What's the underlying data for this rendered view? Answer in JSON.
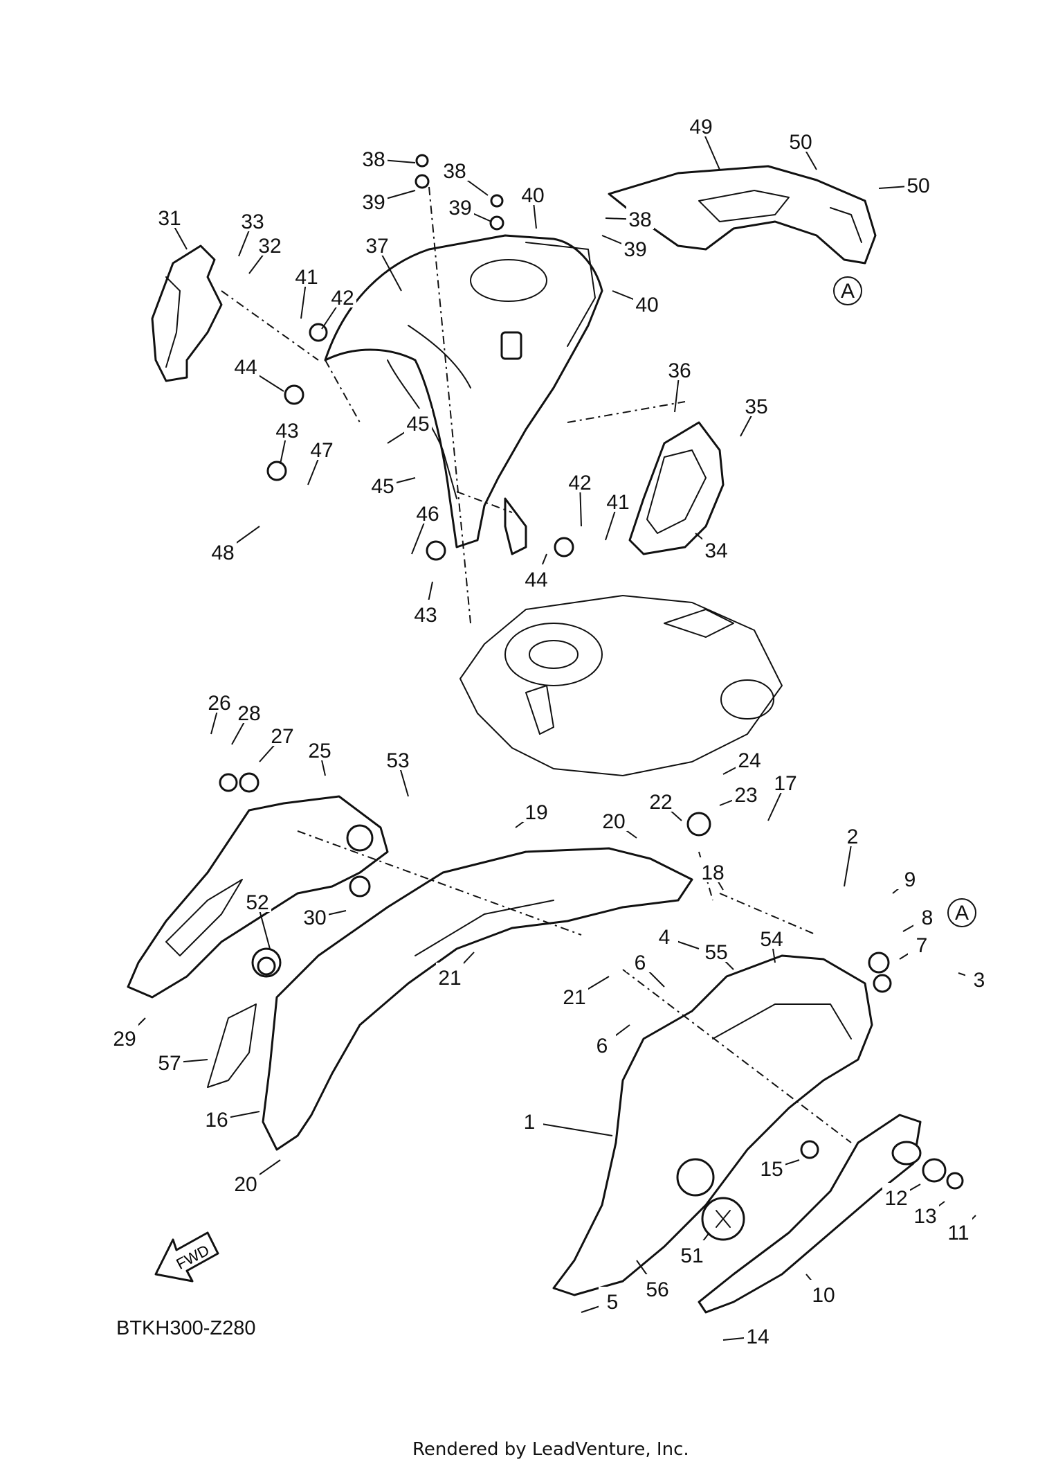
{
  "diagram": {
    "code": "BTKH300-Z280",
    "credit": "Rendered by LeadVenture, Inc.",
    "forward_label": "FWD",
    "detail_marker": "A",
    "callouts": [
      "1",
      "2",
      "3",
      "4",
      "5",
      "6",
      "6",
      "7",
      "8",
      "9",
      "10",
      "11",
      "12",
      "13",
      "14",
      "15",
      "16",
      "17",
      "18",
      "19",
      "20",
      "20",
      "21",
      "21",
      "22",
      "23",
      "24",
      "25",
      "26",
      "27",
      "28",
      "29",
      "30",
      "31",
      "32",
      "33",
      "34",
      "35",
      "36",
      "37",
      "38",
      "38",
      "38",
      "39",
      "39",
      "39",
      "40",
      "40",
      "41",
      "41",
      "42",
      "42",
      "43",
      "43",
      "44",
      "44",
      "45",
      "45",
      "46",
      "47",
      "48",
      "49",
      "50",
      "50",
      "51",
      "52",
      "53",
      "54",
      "55",
      "56",
      "57"
    ]
  }
}
